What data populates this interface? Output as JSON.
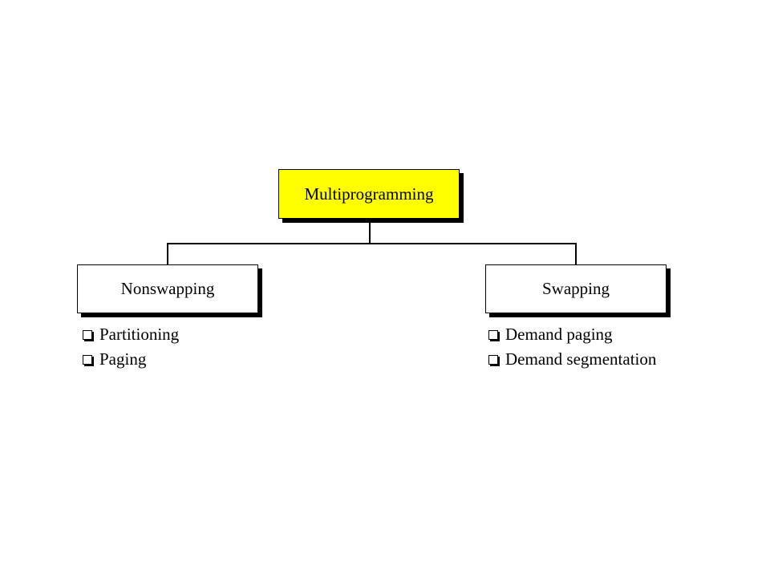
{
  "colors": {
    "root_fill": "#ffff00",
    "child_fill": "#ffffff",
    "line": "#000000"
  },
  "root": {
    "label": "Multiprogramming"
  },
  "branches": [
    {
      "label": "Nonswapping",
      "items": [
        "Partitioning",
        "Paging"
      ]
    },
    {
      "label": "Swapping",
      "items": [
        "Demand paging",
        "Demand segmentation"
      ]
    }
  ]
}
